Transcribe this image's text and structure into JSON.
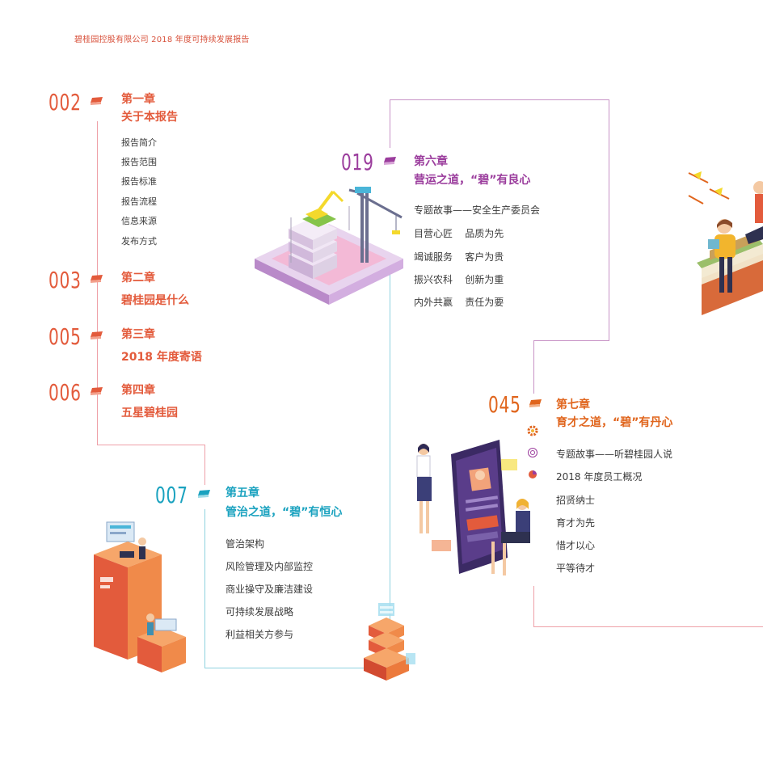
{
  "header": {
    "title": "碧桂园控股有限公司   2018 年度可持续发展报告"
  },
  "chapters": {
    "c1": {
      "num": "002",
      "title": "第一章",
      "subtitle": "关于本报告",
      "items": [
        "报告简介",
        "报告范围",
        "报告标准",
        "报告流程",
        "信息来源",
        "发布方式"
      ]
    },
    "c2": {
      "num": "003",
      "title": "第二章",
      "subtitle": "碧桂园是什么"
    },
    "c3": {
      "num": "005",
      "title": "第三章",
      "subtitle": "2018 年度寄语"
    },
    "c4": {
      "num": "006",
      "title": "第四章",
      "subtitle": "五星碧桂园"
    },
    "c5": {
      "num": "007",
      "title": "第五章",
      "subtitle": "管治之道，“碧”有恒心",
      "items": [
        "管治架构",
        "风险管理及内部监控",
        "商业操守及廉洁建设",
        "可持续发展战略",
        "利益相关方参与"
      ]
    },
    "c6": {
      "num": "019",
      "title": "第六章",
      "subtitle": "营运之道，“碧”有良心",
      "items": [
        "专题故事——安全生产委员会",
        "目营心匠    品质为先",
        "竭诚服务    客户为贵",
        "振兴农科    创新为重",
        "内外共赢    责任为要"
      ]
    },
    "c7": {
      "num": "045",
      "title": "第七章",
      "subtitle": "育才之道，“碧”有丹心",
      "items": [
        "专题故事——听碧桂园人说",
        "2018 年度员工概况",
        "招贤纳士",
        "育才为先",
        "惜才以心",
        "平等待才"
      ]
    }
  },
  "colors": {
    "red": "#e35b3c",
    "purple": "#9b3d9d",
    "orange": "#e0651d",
    "cyan": "#1aa2bf",
    "pink_line": "#eea0a8",
    "purple_line": "#c893c6",
    "cyan_line": "#8fd2df"
  },
  "icons": [
    "book-icon",
    "gear-icon",
    "target-icon",
    "puzzle-icon"
  ]
}
